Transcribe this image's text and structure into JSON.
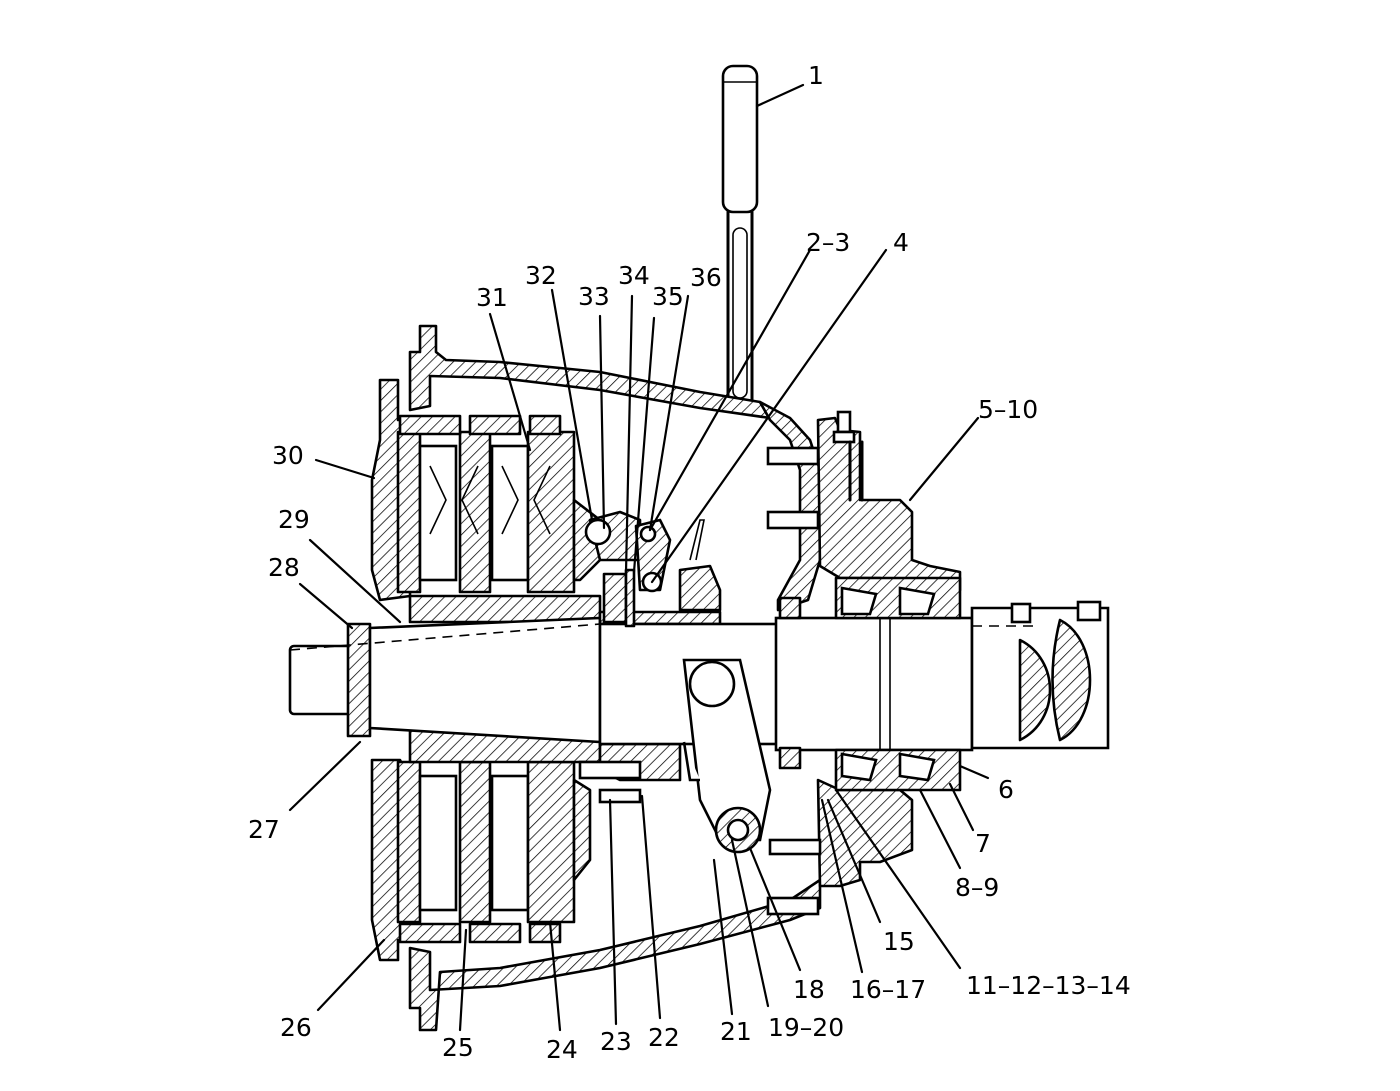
{
  "diagram": {
    "labels": [
      {
        "id": "l1",
        "text": "1"
      },
      {
        "id": "l2",
        "text": "2–3"
      },
      {
        "id": "l4",
        "text": "4"
      },
      {
        "id": "l5",
        "text": "5–10"
      },
      {
        "id": "l6",
        "text": "6"
      },
      {
        "id": "l7",
        "text": "7"
      },
      {
        "id": "l8",
        "text": "8–9"
      },
      {
        "id": "l11",
        "text": "11–12–13–14"
      },
      {
        "id": "l15",
        "text": "15"
      },
      {
        "id": "l16",
        "text": "16–17"
      },
      {
        "id": "l18",
        "text": "18"
      },
      {
        "id": "l19",
        "text": "19–20"
      },
      {
        "id": "l21",
        "text": "21"
      },
      {
        "id": "l22",
        "text": "22"
      },
      {
        "id": "l23",
        "text": "23"
      },
      {
        "id": "l24",
        "text": "24"
      },
      {
        "id": "l25",
        "text": "25"
      },
      {
        "id": "l26",
        "text": "26"
      },
      {
        "id": "l27",
        "text": "27"
      },
      {
        "id": "l28",
        "text": "28"
      },
      {
        "id": "l29",
        "text": "29"
      },
      {
        "id": "l30",
        "text": "30"
      },
      {
        "id": "l31",
        "text": "31"
      },
      {
        "id": "l32",
        "text": "32"
      },
      {
        "id": "l33",
        "text": "33"
      },
      {
        "id": "l34",
        "text": "34"
      },
      {
        "id": "l35",
        "text": "35"
      },
      {
        "id": "l36",
        "text": "36"
      }
    ]
  }
}
